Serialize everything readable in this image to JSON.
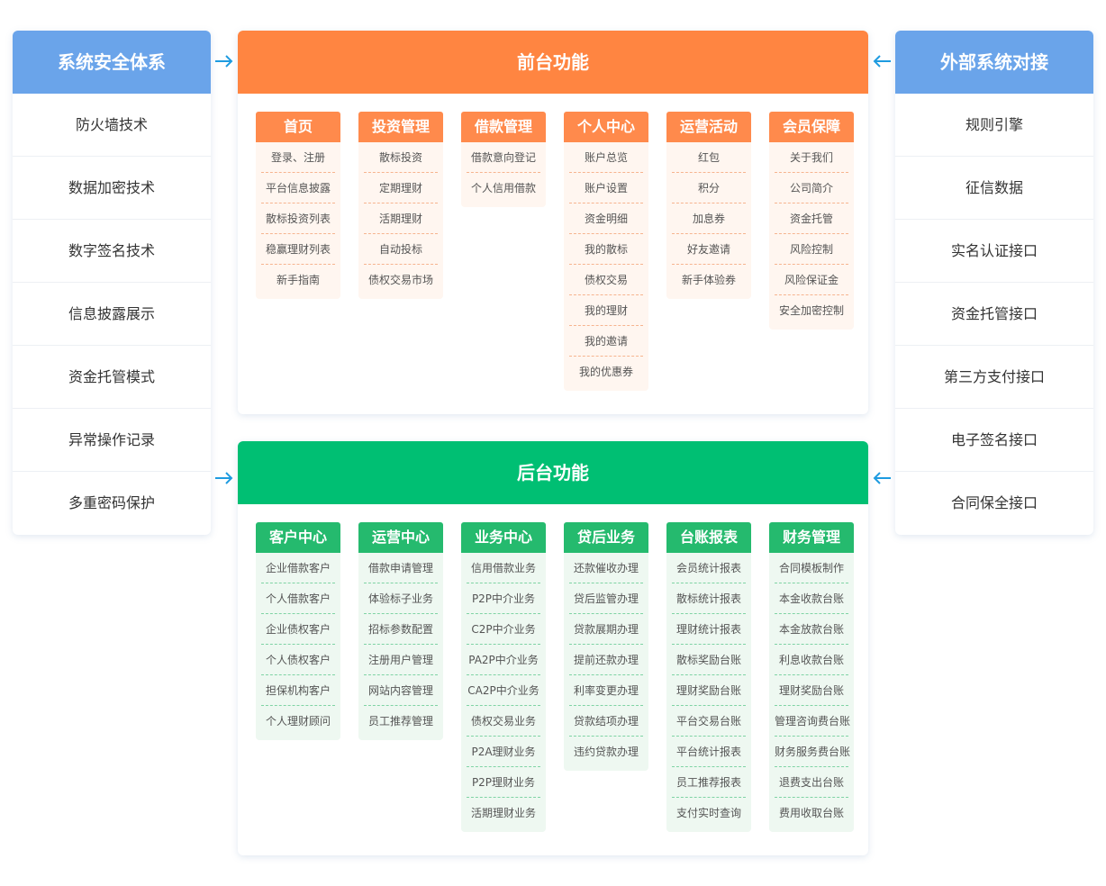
{
  "left_panel": {
    "title": "系统安全体系",
    "items": [
      "防火墙技术",
      "数据加密技术",
      "数字签名技术",
      "信息披露展示",
      "资金托管模式",
      "异常操作记录",
      "多重密码保护"
    ]
  },
  "right_panel": {
    "title": "外部系统对接",
    "items": [
      "规则引擎",
      "征信数据",
      "实名认证接口",
      "资金托管接口",
      "第三方支付接口",
      "电子签名接口",
      "合同保全接口"
    ]
  },
  "front": {
    "title": "前台功能",
    "color": "#ff8541",
    "columns": [
      {
        "title": "首页",
        "items": [
          "登录、注册",
          "平台信息披露",
          "散标投资列表",
          "稳赢理财列表",
          "新手指南"
        ]
      },
      {
        "title": "投资管理",
        "items": [
          "散标投资",
          "定期理财",
          "活期理财",
          "自动投标",
          "债权交易市场"
        ]
      },
      {
        "title": "借款管理",
        "items": [
          "借款意向登记",
          "个人信用借款"
        ]
      },
      {
        "title": "个人中心",
        "items": [
          "账户总览",
          "账户设置",
          "资金明细",
          "我的散标",
          "债权交易",
          "我的理财",
          "我的邀请",
          "我的优惠券"
        ]
      },
      {
        "title": "运营活动",
        "items": [
          "红包",
          "积分",
          "加息券",
          "好友邀请",
          "新手体验券"
        ]
      },
      {
        "title": "会员保障",
        "items": [
          "关于我们",
          "公司简介",
          "资金托管",
          "风险控制",
          "风险保证金",
          "安全加密控制"
        ]
      }
    ]
  },
  "back": {
    "title": "后台功能",
    "color": "#00bf73",
    "columns": [
      {
        "title": "客户中心",
        "items": [
          "企业借款客户",
          "个人借款客户",
          "企业债权客户",
          "个人债权客户",
          "担保机构客户",
          "个人理财顾问"
        ]
      },
      {
        "title": "运营中心",
        "items": [
          "借款申请管理",
          "体验标子业务",
          "招标参数配置",
          "注册用户管理",
          "网站内容管理",
          "员工推荐管理"
        ]
      },
      {
        "title": "业务中心",
        "items": [
          "信用借款业务",
          "P2P中介业务",
          "C2P中介业务",
          "PA2P中介业务",
          "CA2P中介业务",
          "债权交易业务",
          "P2A理财业务",
          "P2P理财业务",
          "活期理财业务"
        ]
      },
      {
        "title": "贷后业务",
        "items": [
          "还款催收办理",
          "贷后监管办理",
          "贷款展期办理",
          "提前还款办理",
          "利率变更办理",
          "贷款结项办理",
          "违约贷款办理"
        ]
      },
      {
        "title": "台账报表",
        "items": [
          "会员统计报表",
          "散标统计报表",
          "理财统计报表",
          "散标奖励台账",
          "理财奖励台账",
          "平台交易台账",
          "平台统计报表",
          "员工推荐报表",
          "支付实时查询"
        ]
      },
      {
        "title": "财务管理",
        "items": [
          "合同模板制作",
          "本金收款台账",
          "本金放款台账",
          "利息收款台账",
          "理财奖励台账",
          "管理咨询费台账",
          "财务服务费台账",
          "退费支出台账",
          "费用收取台账"
        ]
      }
    ]
  },
  "colors": {
    "side_header": "#6aa4ea",
    "arrow": "#1e9be0"
  }
}
